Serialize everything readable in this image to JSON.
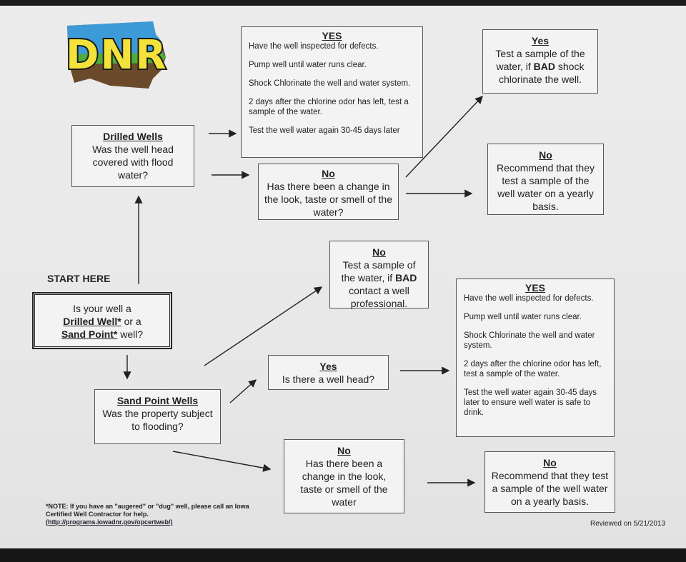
{
  "logo": {
    "text": "DNR"
  },
  "start_label": "START HERE",
  "start_box": {
    "line1": "Is your well a",
    "drilled": "Drilled Well*",
    "or": " or a",
    "sand": "Sand Point*",
    "well": " well?"
  },
  "drilled_wells": {
    "title": "Drilled Wells",
    "question": "Was the well head covered with flood water?"
  },
  "drilled_yes": {
    "title": "YES",
    "steps": [
      "Have the well inspected for defects.",
      "Pump well until water runs clear.",
      "Shock Chlorinate the well and water system.",
      "2 days after the chlorine odor has left, test a sample of the water.",
      "Test the well water again 30-45 days later"
    ]
  },
  "drilled_no": {
    "title": "No",
    "question": "Has there been a change in the look, taste or smell of the water?"
  },
  "drilled_no_yes": {
    "title": "Yes",
    "text_a": "Test a sample of the water, if ",
    "bad": "BAD",
    "text_b": " shock chlorinate the well."
  },
  "drilled_no_no": {
    "title": "No",
    "text": "Recommend that they test a sample of the well water on a yearly basis."
  },
  "sand_wells": {
    "title": "Sand Point Wells",
    "question": "Was the property subject to flooding?"
  },
  "sand_yes": {
    "title": "Yes",
    "question": "Is there a well head?"
  },
  "sand_head_no": {
    "title": "No",
    "text_a": "Test a sample of the water, if ",
    "bad": "BAD",
    "text_b": " contact a well professional."
  },
  "sand_head_yes": {
    "title": "YES",
    "steps": [
      "Have the well inspected for defects.",
      "Pump well until water runs clear.",
      "Shock Chlorinate the well and water system.",
      "2 days after the chlorine odor has left, test a sample of the water.",
      "Test the well water again 30-45 days later to ensure well water is safe to drink."
    ]
  },
  "sand_no": {
    "title": "No",
    "question": "Has there been a change in the look, taste or smell of the water"
  },
  "sand_no_no": {
    "title": "No",
    "text": "Recommend that they test a sample of the well water on a yearly basis."
  },
  "note": {
    "text": "*NOTE: If you have an \"augered\" or \"dug\" well, please call an Iowa Certified Well Contractor for help.",
    "link": "(http://programs.iowadnr.gov/opcertweb/)"
  },
  "reviewed": "Reviewed on 5/21/2013",
  "colors": {
    "logo_yellow": "#f2e23a",
    "logo_blue": "#3c9bd6",
    "logo_brown": "#6b4a2b",
    "logo_outline": "#1a1a1a"
  }
}
